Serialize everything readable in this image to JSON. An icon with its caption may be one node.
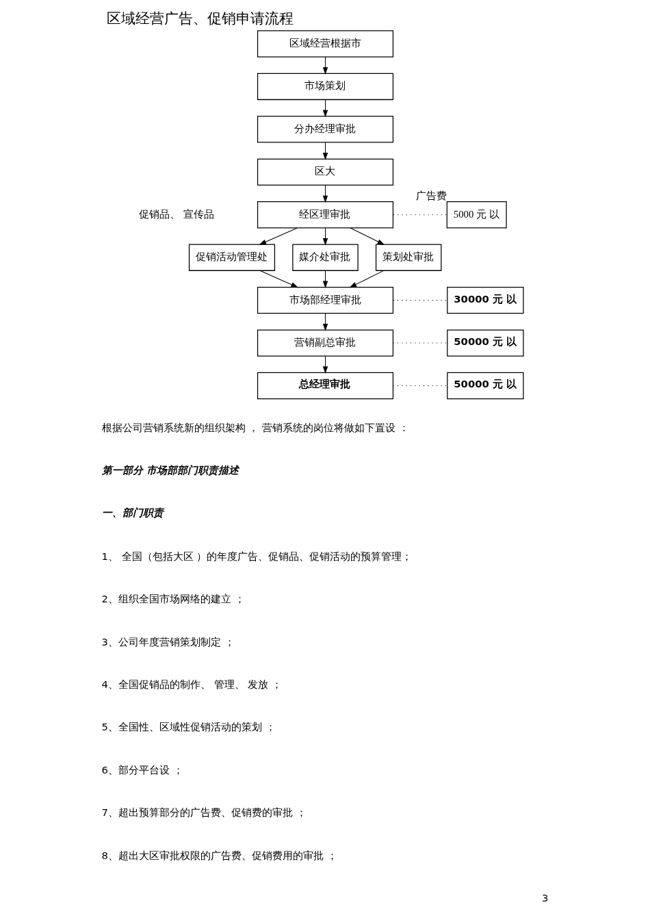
{
  "diagram": {
    "title": "区域经营广告、促销申请流程",
    "nodes": [
      {
        "text": [
          "区域经营根据市"
        ]
      },
      {
        "text": [
          "市场策划"
        ]
      },
      {
        "text": [
          "分办经理审批"
        ]
      },
      {
        "text": [
          "区大"
        ]
      },
      {
        "text": [
          "经区理审批"
        ]
      },
      {
        "text": [
          "5000 元 以"
        ],
        "beside": [
          "广告费"
        ]
      },
      {
        "text": [
          "促销活动管理处"
        ]
      },
      {
        "text": [
          "媒介处审批"
        ]
      },
      {
        "text": [
          "策划处审批"
        ]
      },
      {
        "text": [
          "市场部经理审批"
        ]
      },
      {
        "text": [
          "30000 元 以"
        ]
      },
      {
        "text": [
          "营销副总审批"
        ]
      },
      {
        "text": [
          "50000 元 以"
        ]
      },
      {
        "text": [
          "总经理审批"
        ]
      },
      {
        "text": [
          "50000 元 以"
        ]
      }
    ],
    "edges": [
      {
        "from": 0,
        "to": 1,
        "arrow": "to"
      },
      {
        "from": 1,
        "to": 2,
        "arrow": "to"
      },
      {
        "from": 2,
        "to": 3,
        "arrow": "to"
      },
      {
        "from": 3,
        "to": 4,
        "arrow": "to"
      },
      {
        "from": 4,
        "to": 5,
        "arrow": "none",
        "style": "dashed"
      },
      {
        "from": 4,
        "to": 6,
        "arrow": "to"
      },
      {
        "from": 4,
        "to": 7,
        "arrow": "to"
      },
      {
        "from": 4,
        "to": 8,
        "arrow": "to"
      },
      {
        "from": 6,
        "to": 9,
        "arrow": "to"
      },
      {
        "from": 7,
        "to": 9,
        "arrow": "to"
      },
      {
        "from": 8,
        "to": 9,
        "arrow": "to"
      },
      {
        "from": 9,
        "to": 10,
        "arrow": "none",
        "style": "dashed"
      },
      {
        "from": 9,
        "to": 11,
        "arrow": "to"
      },
      {
        "from": 11,
        "to": 12,
        "arrow": "none",
        "style": "dashed"
      },
      {
        "from": 11,
        "to": 13,
        "arrow": "to"
      },
      {
        "from": 13,
        "to": 14,
        "arrow": "none",
        "style": "dashed"
      }
    ],
    "labels": [
      "促销品、 宣传品",
      "根据公司营销系统新的组织架构 ， 营销系统的岗位将做如下置设 ：",
      "第一部分 市场部部门职责描述",
      "一、部门职责",
      "1、 全国（包括大区 ）的年度广告、促销品、促销活动的预算管理；",
      "2、组织全国市场网络的建立 ；",
      "3、公司年度营销策划制定 ；",
      "4、全国促销品的制作、 管理、 发放 ；",
      "5、全国性、区域性促销活动的策划 ；",
      "6、部分平台设 ；",
      "7、超出预算部分的广告费、促销费的审批 ；",
      "8、超出大区审批权限的广告费、促销费用的审批 ；",
      "3"
    ]
  }
}
